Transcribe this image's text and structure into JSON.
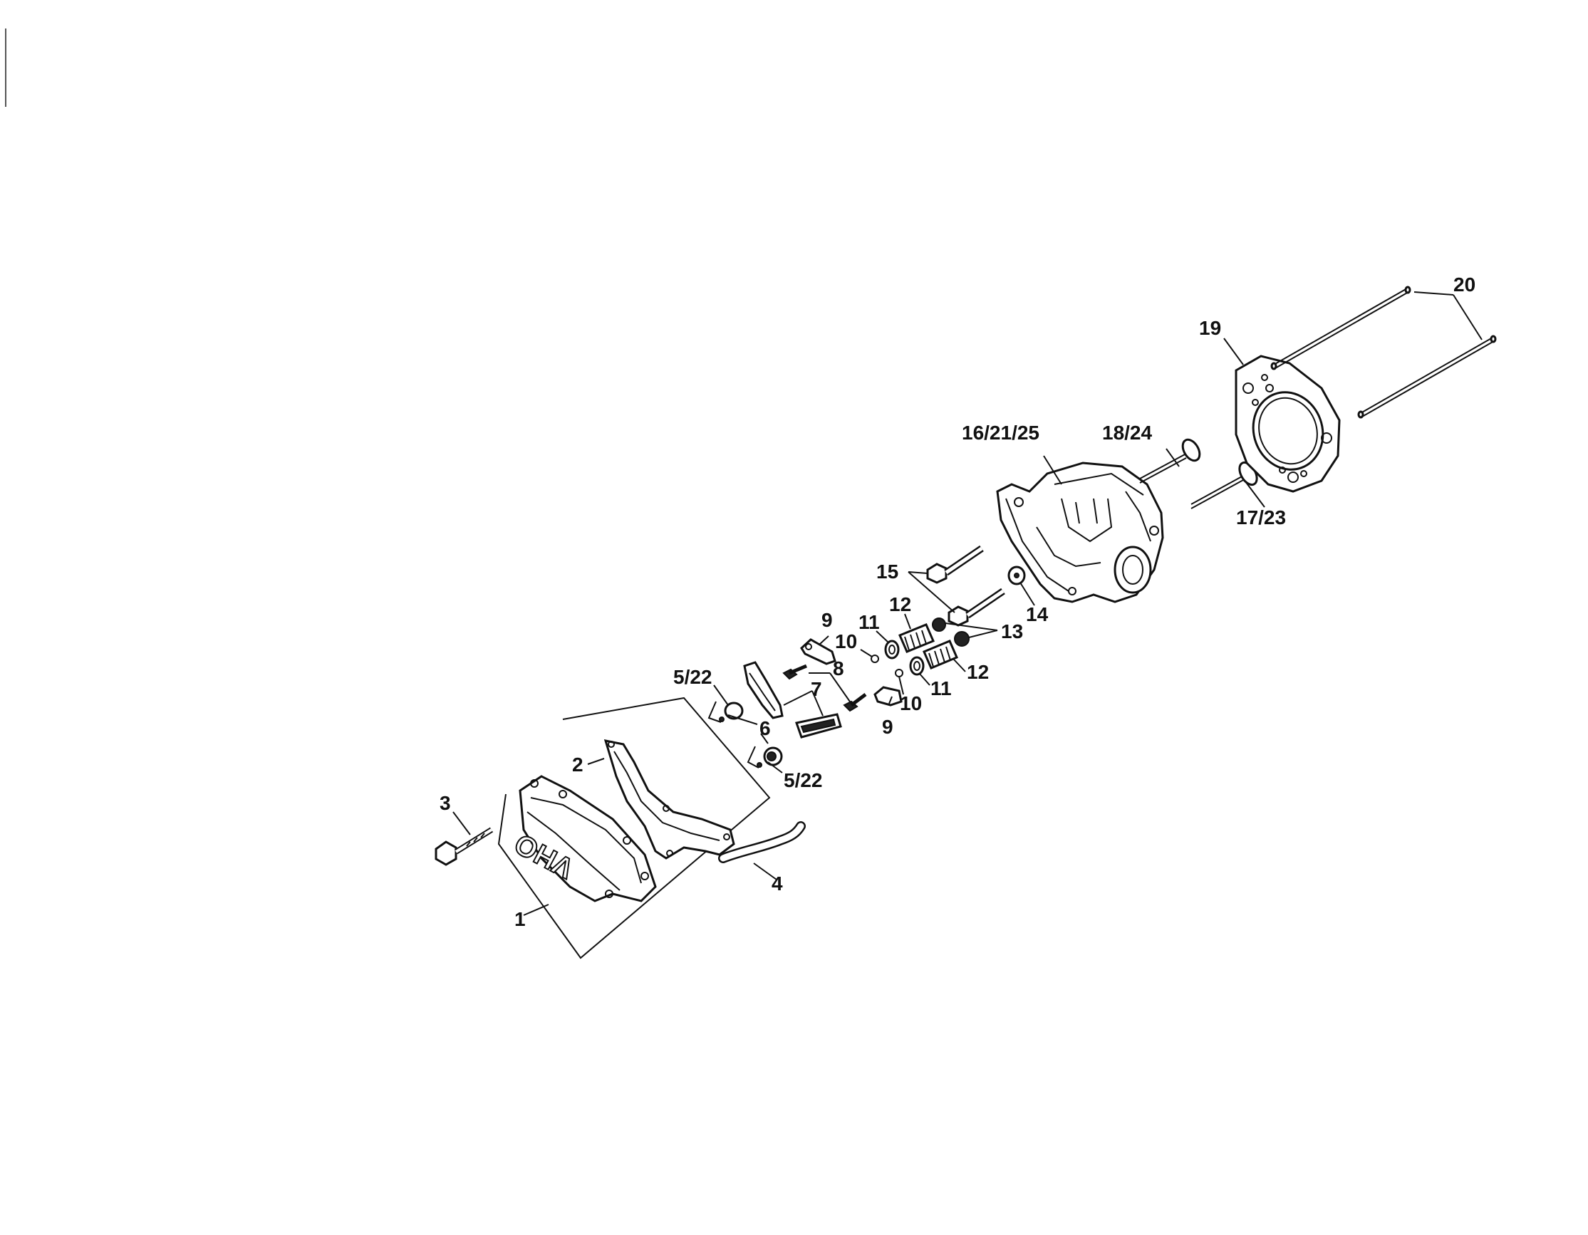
{
  "diagram": {
    "type": "exploded-parts-view",
    "embossed_text": "OHV",
    "callouts": {
      "c1": "1",
      "c2": "2",
      "c3": "3",
      "c4": "4",
      "c5a": "5/22",
      "c5b": "5/22",
      "c6": "6",
      "c7": "7",
      "c8": "8",
      "c9a": "9",
      "c9b": "9",
      "c10a": "10",
      "c10b": "10",
      "c11a": "11",
      "c11b": "11",
      "c12a": "12",
      "c12b": "12",
      "c13": "13",
      "c14": "14",
      "c15": "15",
      "c16": "16/21/25",
      "c17": "17/23",
      "c18": "18/24",
      "c19": "19",
      "c20": "20"
    }
  }
}
